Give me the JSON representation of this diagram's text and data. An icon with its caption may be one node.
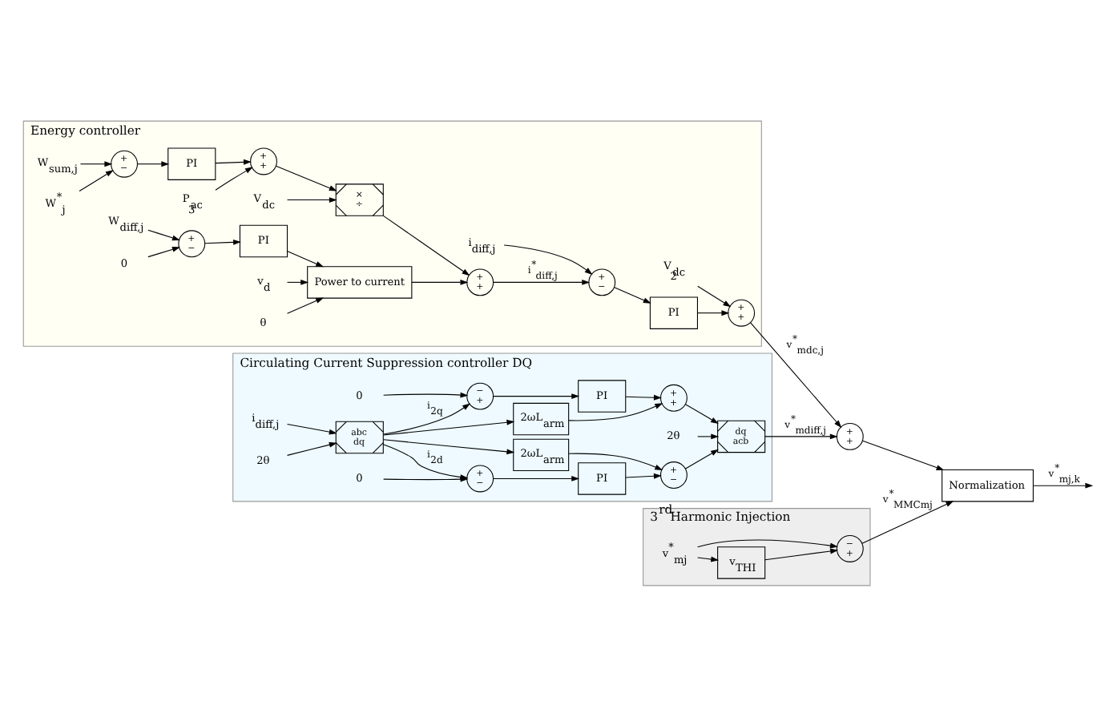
{
  "diagram": {
    "nodes": [
      {
        "text": [
          "Circulating Current Suppression controller DQ"
        ]
      },
      {
        "text": [
          "i$_{diff,j}$"
        ],
        "in": 0
      },
      {
        "text": [
          "abc",
          "dq"
        ],
        "in": 0
      },
      {
        "text": [
          "2θ"
        ],
        "in": 0
      },
      {
        "text": [
          "0"
        ],
        "in": 0
      },
      {
        "text": [
          "+",
          "−"
        ],
        "in": 0
      },
      {
        "text": [
          "PI"
        ],
        "in": 0
      },
      {
        "text": [
          "+",
          "−"
        ],
        "in": 0
      },
      {
        "text": [
          "2ωL$_{arm}$"
        ],
        "in": 0
      },
      {
        "text": [
          "2ωL$_{arm}$"
        ],
        "in": 0
      },
      {
        "text": [
          "0"
        ],
        "in": 0
      },
      {
        "text": [
          "−",
          "+"
        ],
        "in": 0
      },
      {
        "text": [
          "PI"
        ],
        "in": 0
      },
      {
        "text": [
          "+",
          "+"
        ],
        "in": 0
      },
      {
        "text": [
          "dq",
          "acb"
        ],
        "in": 0
      },
      {
        "text": [
          "2θ"
        ],
        "in": 0
      },
      {
        "text": [
          "3$^{rd}$Harmonic Injection"
        ]
      },
      {
        "text": [
          "v$^{*}$$_{mj}$"
        ],
        "in": 16
      },
      {
        "text": [
          "v$_{THI}$"
        ],
        "in": 16
      },
      {
        "text": [
          "−",
          "+"
        ],
        "in": 16
      },
      {
        "text": [
          "Energy controller"
        ]
      },
      {
        "text": [
          "W$_{sum,j}$"
        ],
        "in": 20
      },
      {
        "text": [
          "W$^{*}$$_{j}$"
        ],
        "in": 20
      },
      {
        "text": [
          "+",
          "−"
        ],
        "in": 20
      },
      {
        "text": [
          "PI"
        ],
        "in": 20
      },
      {
        "text": [
          "P$_{ac}$",
          "3"
        ],
        "in": 20
      },
      {
        "text": [
          "+",
          "+"
        ],
        "in": 20
      },
      {
        "text": [
          "×",
          "÷"
        ],
        "in": 20
      },
      {
        "text": [
          "V$_{dc}$"
        ],
        "in": 20
      },
      {
        "text": [
          "+",
          "+"
        ],
        "in": 20
      },
      {
        "text": [
          "i$_{diff,j}$"
        ],
        "in": 20
      },
      {
        "text": [
          "+",
          "−"
        ],
        "in": 20
      },
      {
        "text": [
          "PI"
        ],
        "in": 20
      },
      {
        "text": [
          "V$_{dc}$",
          "2"
        ],
        "in": 20
      },
      {
        "text": [
          "+",
          "+"
        ],
        "in": 20
      },
      {
        "text": [
          "W$_{diff,j}$"
        ],
        "in": 20
      },
      {
        "text": [
          "0"
        ],
        "in": 20
      },
      {
        "text": [
          "+",
          "−"
        ],
        "in": 20
      },
      {
        "text": [
          "PI"
        ],
        "in": 20
      },
      {
        "text": [
          "Power to current"
        ],
        "in": 20
      },
      {
        "text": [
          "v$_{d}$"
        ],
        "in": 20
      },
      {
        "text": [
          "θ"
        ],
        "in": 20
      },
      {
        "text": [
          "+",
          "+"
        ]
      },
      {
        "text": [
          "Normalization"
        ]
      }
    ],
    "edges": [
      {
        "from": 1,
        "to": 2,
        "arrow": "to"
      },
      {
        "from": 3,
        "to": 2,
        "arrow": "to"
      },
      {
        "from": 4,
        "to": 5,
        "arrow": "to"
      },
      {
        "from": 2,
        "to": 5,
        "arrow": "to",
        "label": "i$_{2d}$"
      },
      {
        "from": 2,
        "to": 9,
        "arrow": "to"
      },
      {
        "from": 2,
        "to": 11,
        "arrow": "to",
        "label": "i$_{2q}$"
      },
      {
        "from": 2,
        "to": 8,
        "arrow": "to"
      },
      {
        "from": 5,
        "to": 6,
        "arrow": "to"
      },
      {
        "from": 6,
        "to": 7,
        "arrow": "to"
      },
      {
        "from": 8,
        "to": 7,
        "arrow": "to"
      },
      {
        "from": 10,
        "to": 11,
        "arrow": "to"
      },
      {
        "from": 11,
        "to": 12,
        "arrow": "to"
      },
      {
        "from": 12,
        "to": 13,
        "arrow": "to"
      },
      {
        "from": 9,
        "to": 13,
        "arrow": "to"
      },
      {
        "from": 7,
        "to": 14,
        "arrow": "to"
      },
      {
        "from": 13,
        "to": 14,
        "arrow": "to"
      },
      {
        "from": 15,
        "to": 14,
        "arrow": "to"
      },
      {
        "from": 14,
        "to": 42,
        "arrow": "to",
        "label": "v$^{*}$$_{mdiff,j}$"
      },
      {
        "from": 17,
        "to": 18,
        "arrow": "to"
      },
      {
        "from": 17,
        "to": 19,
        "arrow": "to"
      },
      {
        "from": 18,
        "to": 19,
        "arrow": "to"
      },
      {
        "from": 19,
        "to": 43,
        "arrow": "to",
        "label": "v$^{*}$$_{MMCmj}$"
      },
      {
        "from": 21,
        "to": 23,
        "arrow": "to"
      },
      {
        "from": 22,
        "to": 23,
        "arrow": "to"
      },
      {
        "from": 23,
        "to": 24,
        "arrow": "to"
      },
      {
        "from": 24,
        "to": 26,
        "arrow": "to"
      },
      {
        "from": 25,
        "to": 26,
        "arrow": "to"
      },
      {
        "from": 26,
        "to": 27,
        "arrow": "to"
      },
      {
        "from": 28,
        "to": 27,
        "arrow": "to"
      },
      {
        "from": 27,
        "to": 29,
        "arrow": "to"
      },
      {
        "from": 39,
        "to": 29,
        "arrow": "to"
      },
      {
        "from": 29,
        "to": 31,
        "arrow": "to",
        "label": "i$^{*}$$_{diff,j}$"
      },
      {
        "from": 30,
        "to": 31,
        "arrow": "to"
      },
      {
        "from": 31,
        "to": 32,
        "arrow": "to"
      },
      {
        "from": 32,
        "to": 34,
        "arrow": "to"
      },
      {
        "from": 33,
        "to": 34,
        "arrow": "to"
      },
      {
        "from": 34,
        "to": 42,
        "arrow": "to",
        "label": "v$^{*}$$_{mdc,j}$"
      },
      {
        "from": 35,
        "to": 37,
        "arrow": "to"
      },
      {
        "from": 36,
        "to": 37,
        "arrow": "to"
      },
      {
        "from": 37,
        "to": 38,
        "arrow": "to"
      },
      {
        "from": 38,
        "to": 39,
        "arrow": "to"
      },
      {
        "from": 40,
        "to": 39,
        "arrow": "to"
      },
      {
        "from": 41,
        "to": 39,
        "arrow": "to"
      },
      {
        "from": 42,
        "to": 43,
        "arrow": "to"
      },
      {
        "from": 43,
        "to": null,
        "arrow": "to",
        "label": "v$^{*}$$_{mj,k}$"
      }
    ]
  }
}
